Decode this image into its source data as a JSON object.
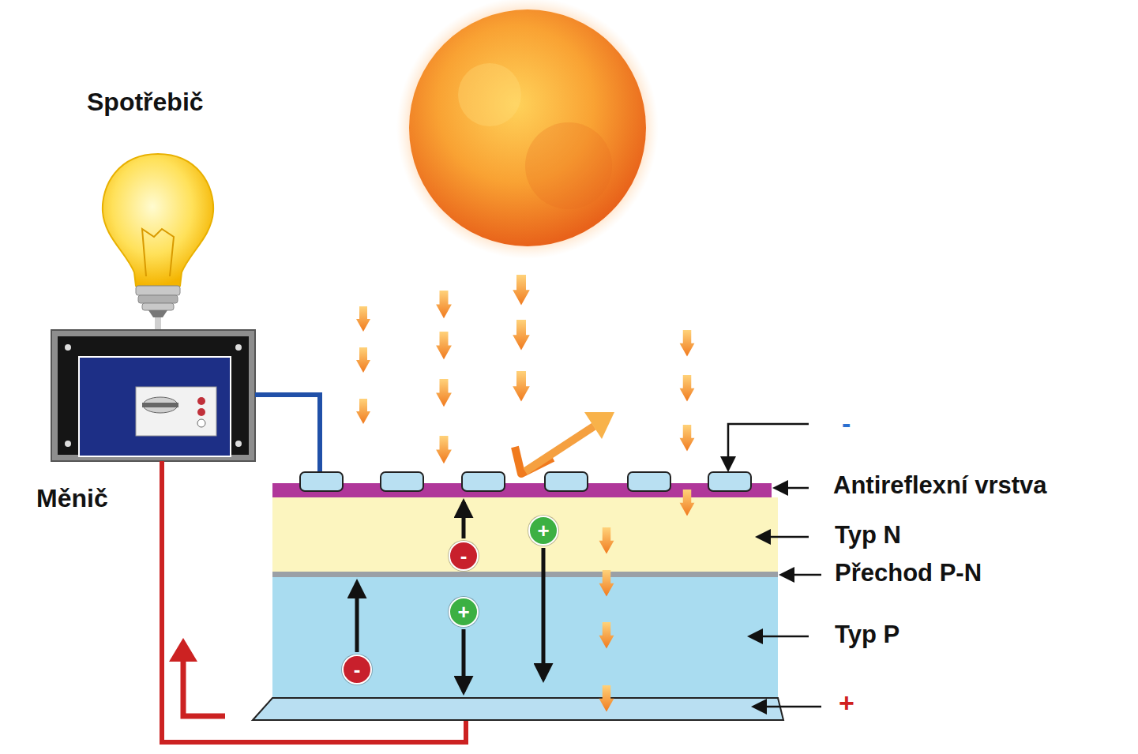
{
  "diagram": {
    "nodes": [
      {
        "text": [
          "+"
        ]
      },
      {
        "text": [
          "-"
        ]
      },
      {
        "text": [
          "+"
        ]
      },
      {
        "text": [
          "-"
        ]
      }
    ],
    "labels": [
      "Spotřebič",
      "Měnič",
      "-",
      "Antireflexní vrstva",
      "Typ N",
      "Přechod P-N",
      "Typ P",
      "+"
    ]
  }
}
